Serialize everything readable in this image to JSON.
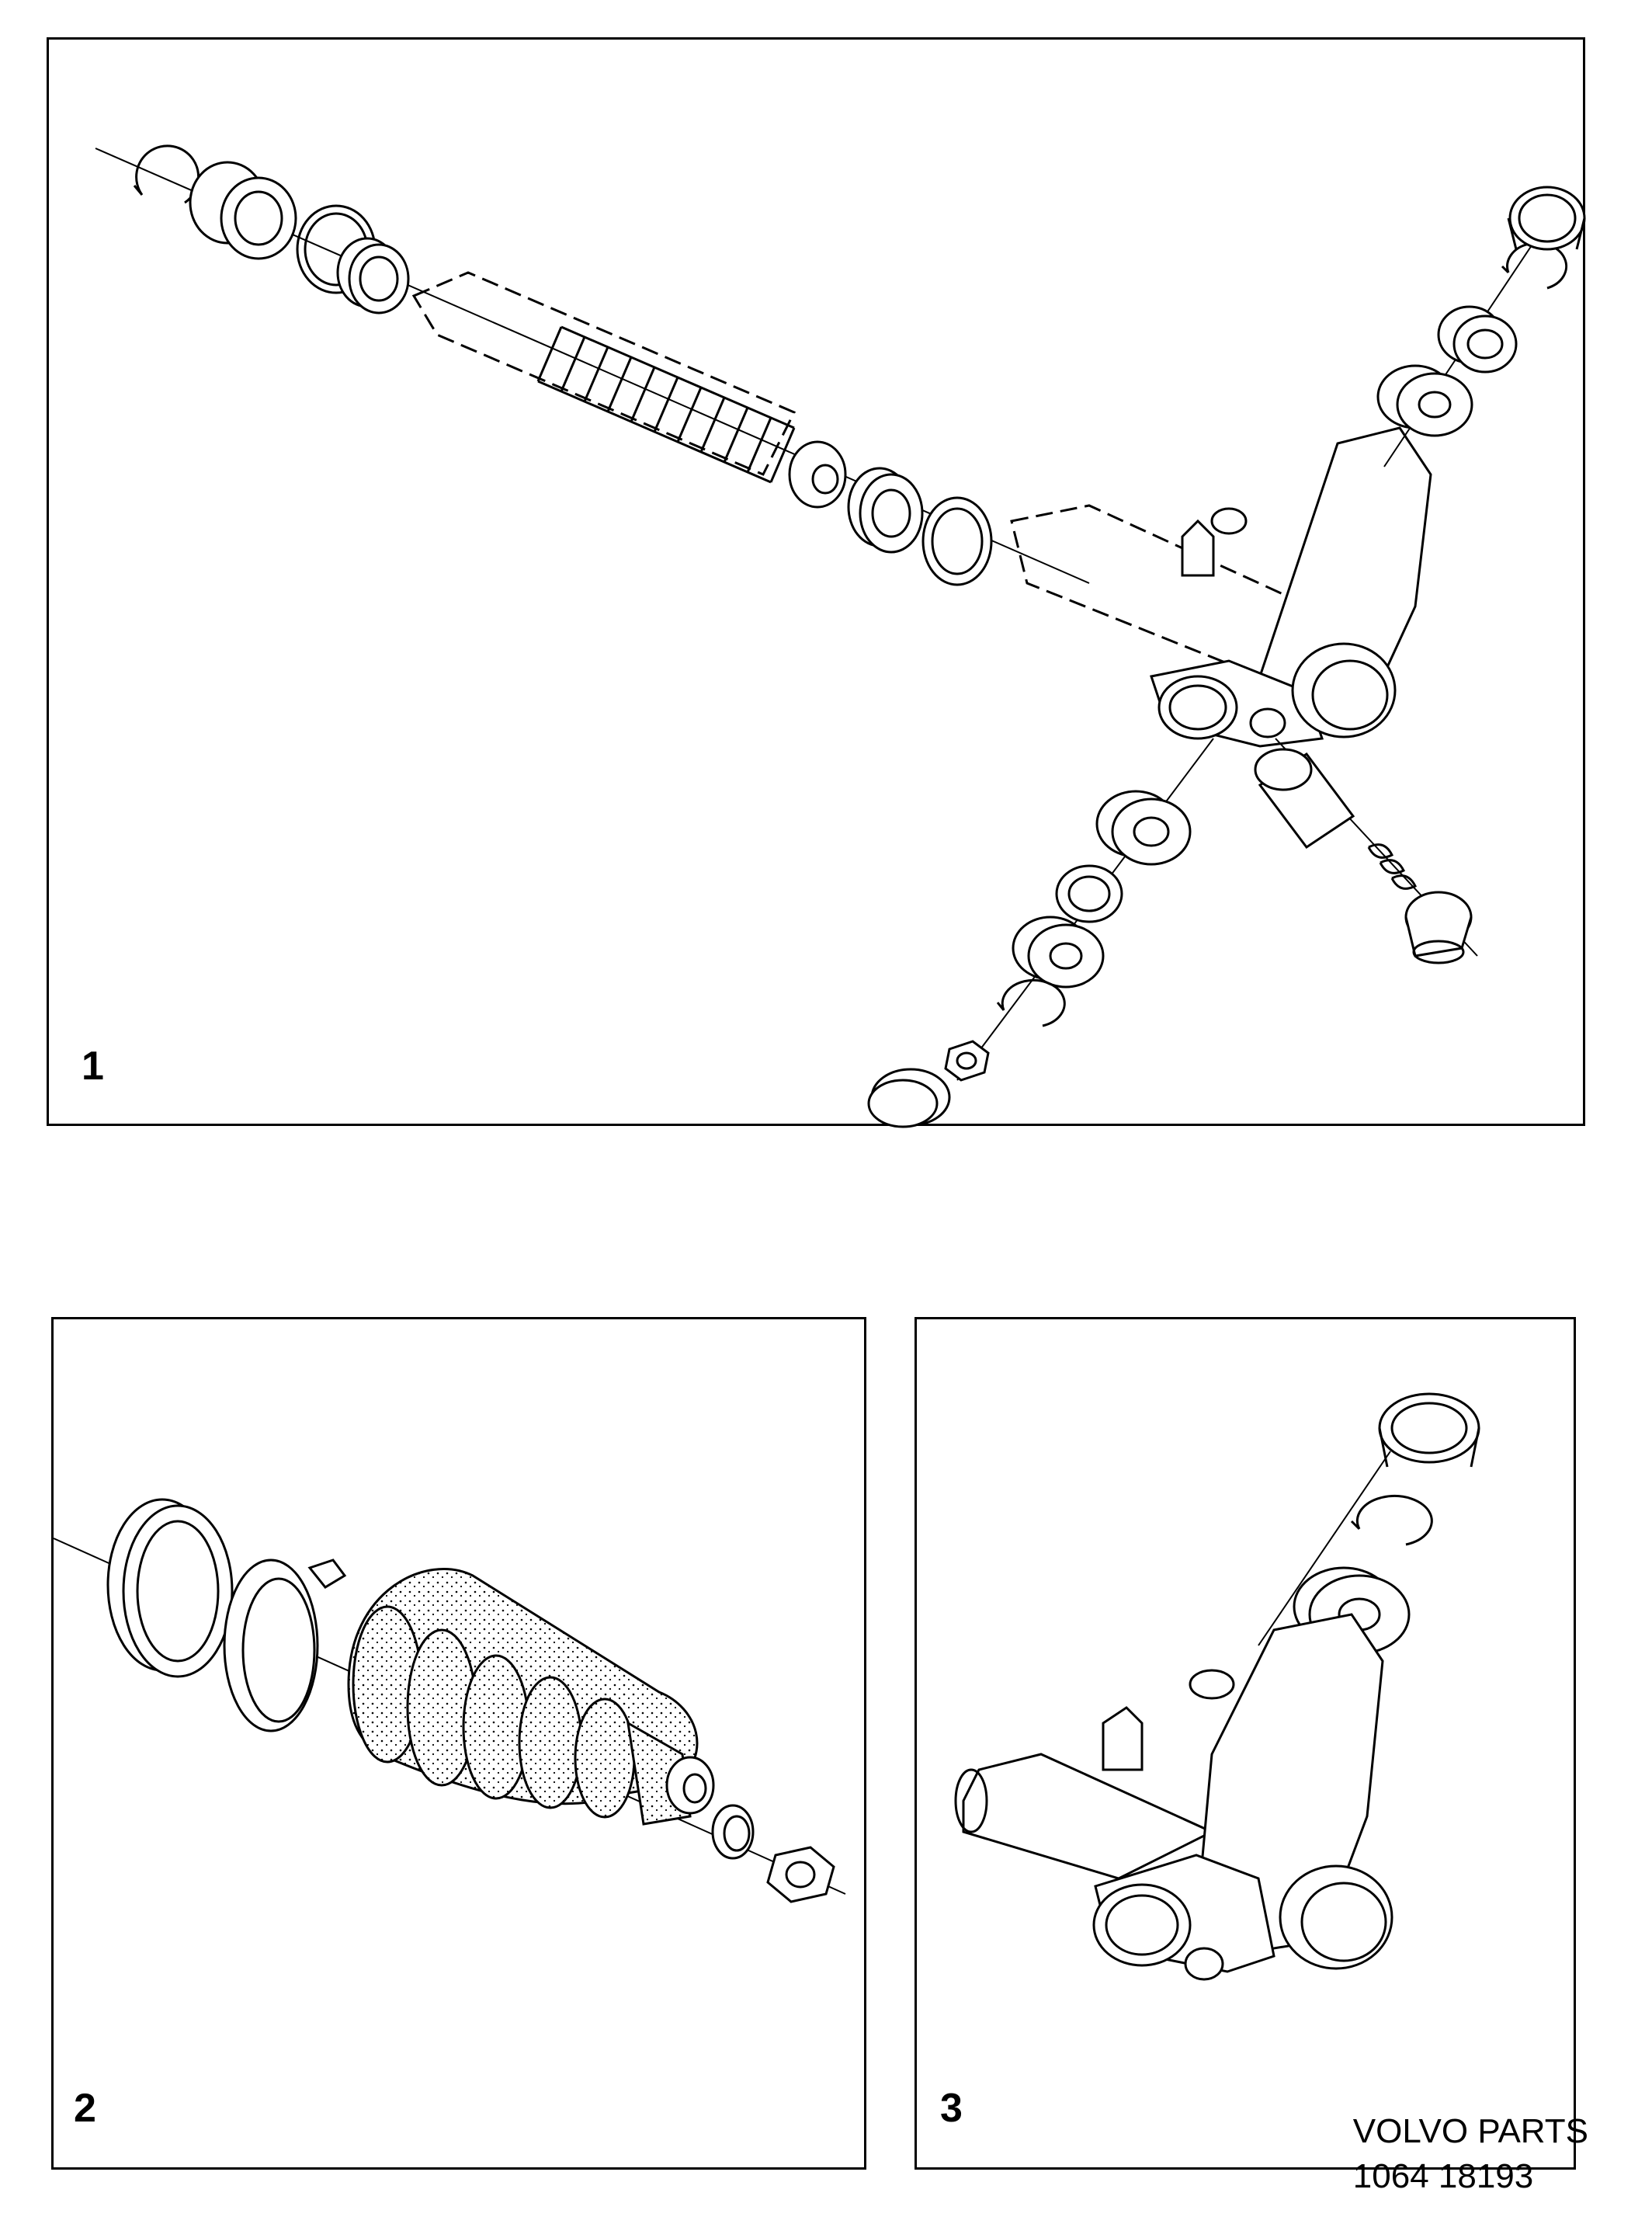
{
  "panels": [
    {
      "id": "1",
      "number": "1"
    },
    {
      "id": "2",
      "number": "2"
    },
    {
      "id": "3",
      "number": "3"
    }
  ],
  "footer": {
    "line1": "VOLVO PARTS",
    "line2": "1064 18193"
  }
}
